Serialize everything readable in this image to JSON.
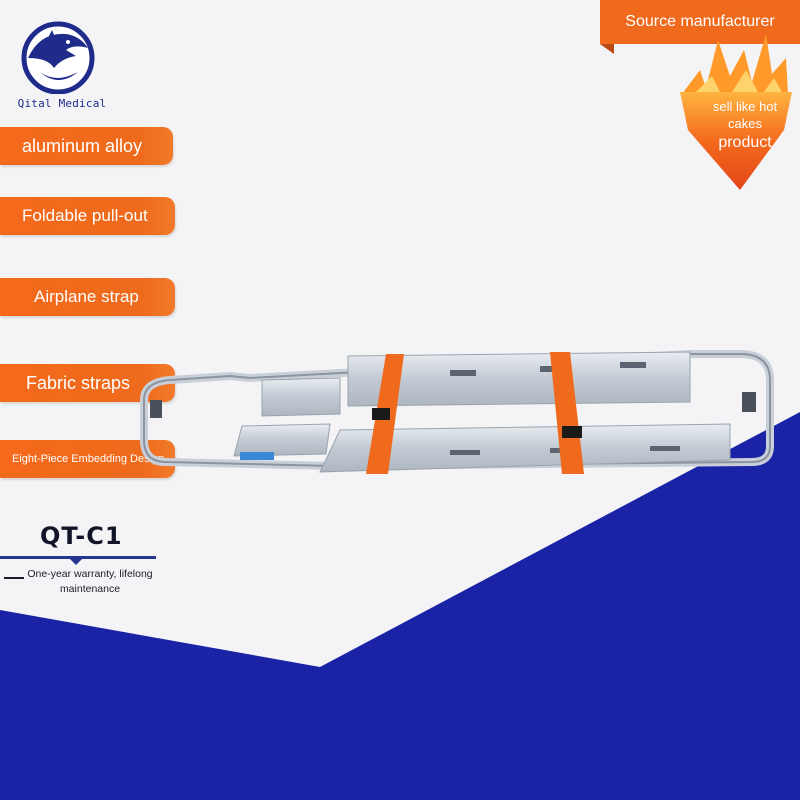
{
  "brand": {
    "logo_icon": "shark-logo-icon",
    "name": "Qital Medical",
    "color": "#1f2b8a"
  },
  "features": [
    {
      "label": "aluminum alloy"
    },
    {
      "label": "Foldable pull-out"
    },
    {
      "label": "Airplane strap"
    },
    {
      "label": "Fabric straps"
    },
    {
      "label": "Eight-Piece Embedding Design"
    }
  ],
  "banner": {
    "source": "Source manufacturer",
    "flame_line1": "sell like hot",
    "flame_line2": "cakes",
    "flame_line3": "product",
    "flame_icon": "flame-icon"
  },
  "product": {
    "model": "QT-C1",
    "warranty": "One-year warranty, lifelong maintenance",
    "image_icon": "scoop-stretcher-icon"
  },
  "colors": {
    "accent_orange": "#f06a1e",
    "blue": "#1a23a6",
    "background": "#f4f4f6"
  }
}
